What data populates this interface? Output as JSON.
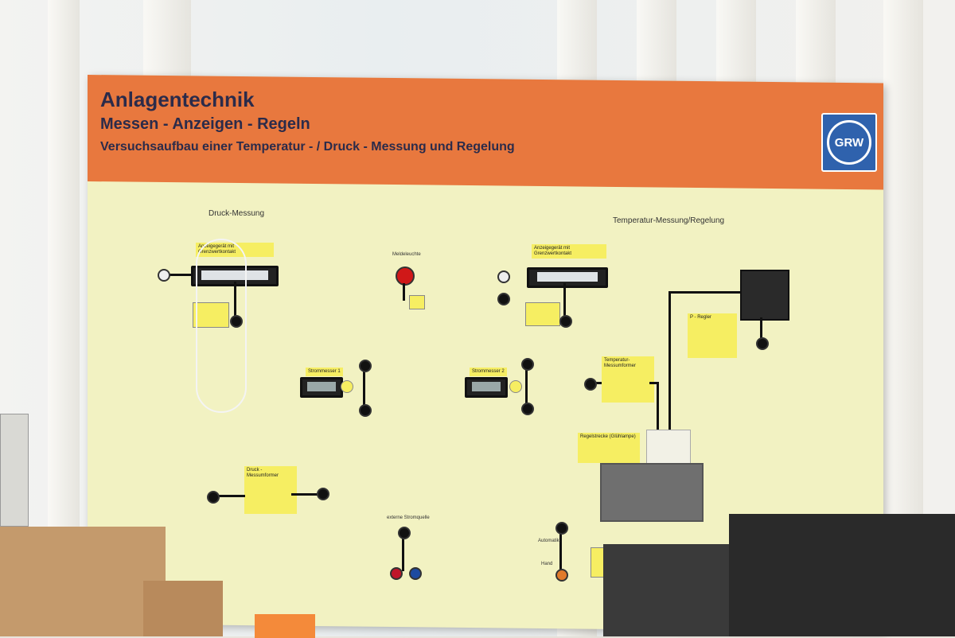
{
  "board": {
    "title": "Anlagentechnik",
    "subtitle": "Messen - Anzeigen - Regeln",
    "description": "Versuchsaufbau einer Temperatur - / Druck - Messung und Regelung",
    "logo_text": "GRW"
  },
  "sections": {
    "pressure": "Druck-Messung",
    "temperature": "Temperatur-Messung/Regelung"
  },
  "labels": {
    "pressure_display": "Anzeigegerät mit Grenzwertkontakt",
    "temp_display": "Anzeigegerät mit Grenzwertkontakt",
    "signal_lamp": "Meldeleuchte",
    "ammeter_1": "Strommesser 1",
    "ammeter_2": "Strommesser 2",
    "pressure_transducer": "Druck - Messumformer",
    "temp_transducer": "Temperatur-Messumformer",
    "p_controller": "P - Regler",
    "controlled_system": "Regelstrecke (Glühlampe)",
    "external_source": "externe Stromquelle",
    "auto": "Automatik",
    "hand": "Hand"
  },
  "colors": {
    "header": "#e8783e",
    "board": "#f2f2c2",
    "label_yellow": "#f6ee62",
    "logo_blue": "#2f62ad",
    "lamp_red": "#d01818"
  }
}
